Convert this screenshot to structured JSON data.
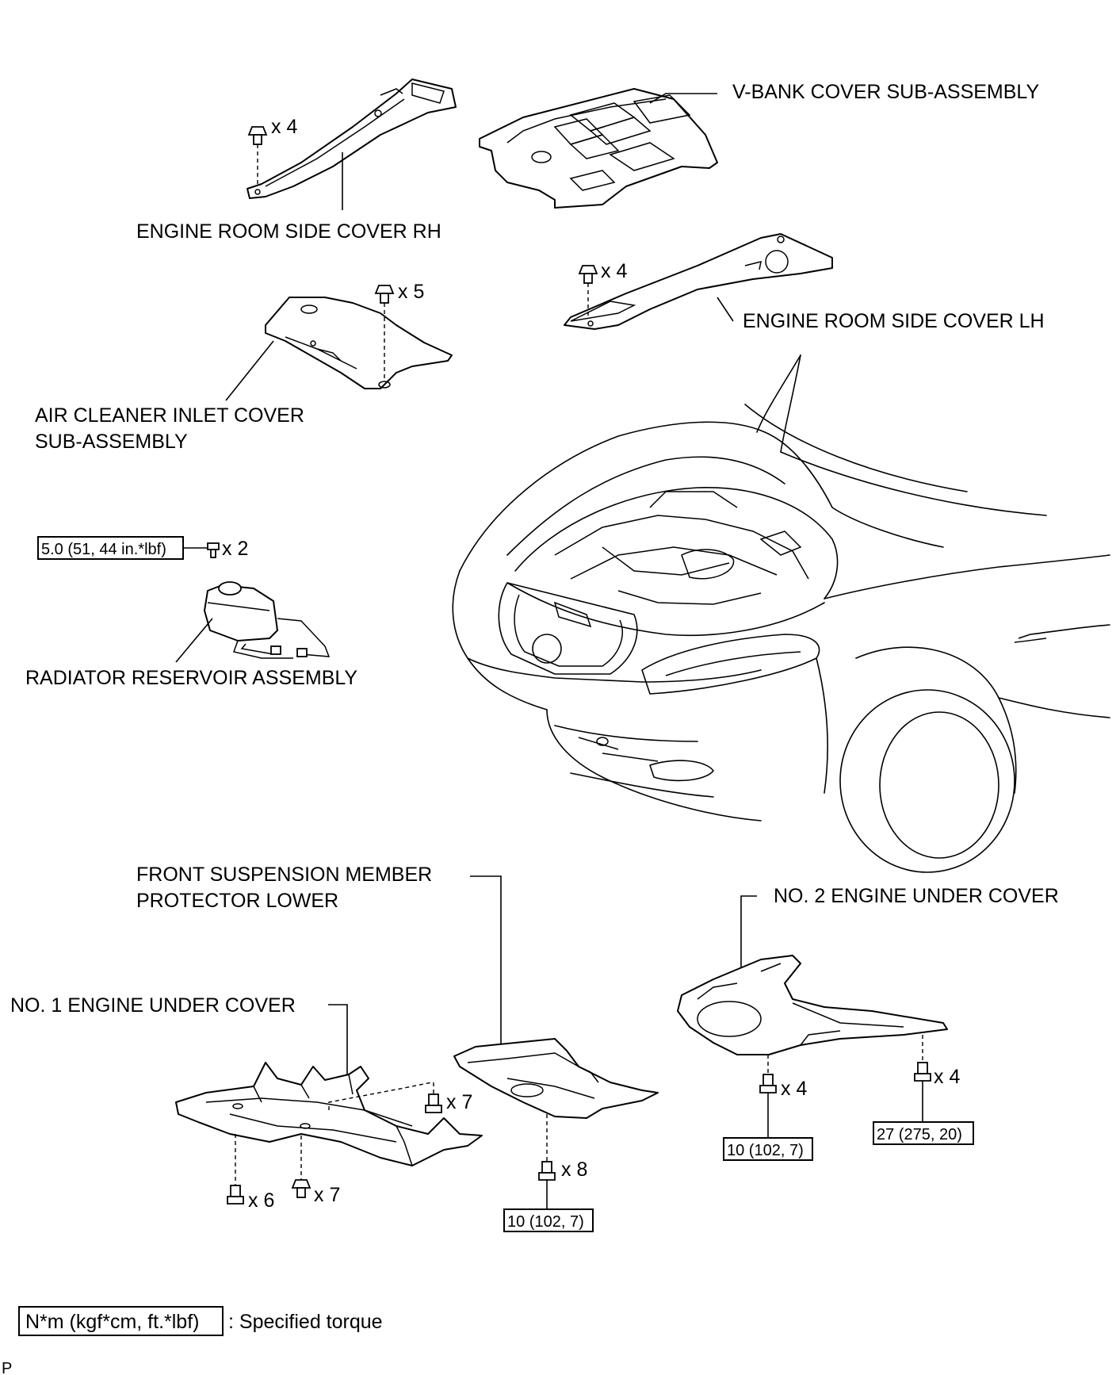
{
  "labels": {
    "vbank": "V-BANK COVER SUB-ASSEMBLY",
    "side_rh": "ENGINE ROOM SIDE COVER RH",
    "side_lh": "ENGINE ROOM SIDE COVER LH",
    "air_cleaner_1": "AIR CLEANER INLET COVER",
    "air_cleaner_2": "SUB-ASSEMBLY",
    "radiator": "RADIATOR RESERVOIR ASSEMBLY",
    "front_susp_1": "FRONT SUSPENSION MEMBER",
    "front_susp_2": "PROTECTOR LOWER",
    "no2_under": "NO. 2 ENGINE UNDER COVER",
    "no1_under": "NO. 1 ENGINE UNDER COVER"
  },
  "counts": {
    "rh_clips": "x 4",
    "air_clips": "x 5",
    "lh_clips": "x 4",
    "radiator_bolts": "x 2",
    "no1_right": "x 7",
    "no1_bottom_left": "x 6",
    "no1_bottom_mid": "x 7",
    "susp_bolts": "x 8",
    "no2_left": "x 4",
    "no2_right": "x 4"
  },
  "torques": {
    "radiator": "5.0 (51, 44 in.*lbf)",
    "susp": "10 (102, 7)",
    "no2_left": "10 (102, 7)",
    "no2_right": "27 (275, 20)"
  },
  "legend": {
    "unit_box": "N*m (kgf*cm, ft.*lbf)",
    "description": ": Specified torque"
  },
  "corner_mark": "P"
}
